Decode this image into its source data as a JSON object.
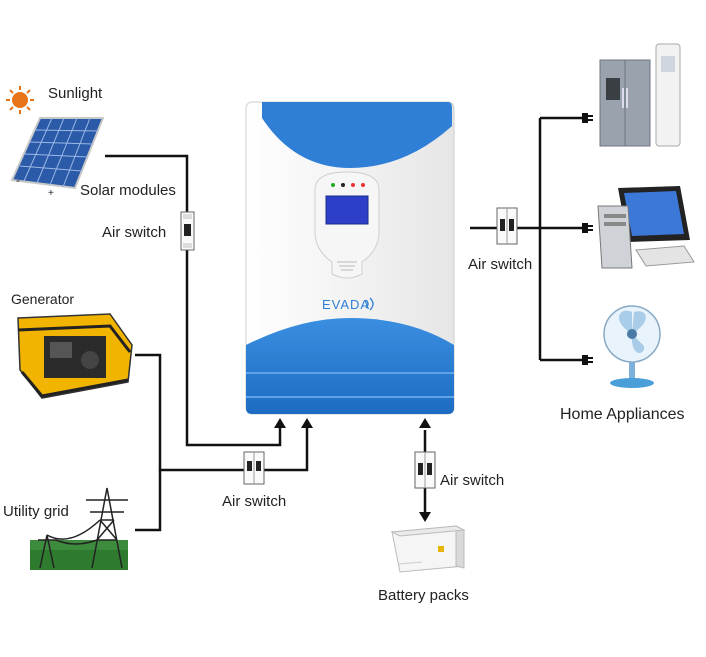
{
  "labels": {
    "sunlight": "Sunlight",
    "solar_modules": "Solar modules",
    "generator": "Generator",
    "utility_grid": "Utility grid",
    "home_appliances": "Home Appliances",
    "battery_packs": "Battery packs",
    "air_switch": "Air switch"
  },
  "inverter": {
    "brand": "EVADA",
    "accent_color": "#2f7fd6",
    "body_color": "#f2f2f2"
  },
  "colors": {
    "wire": "#111111",
    "solar_panel": "#2a5aa8",
    "generator": "#f1b400",
    "sun": "#e8741a"
  },
  "icons": [
    "sun-icon",
    "solar-panel-icon",
    "generator-icon",
    "power-tower-icon",
    "refrigerator-icon",
    "computer-icon",
    "fan-icon",
    "battery-icon",
    "plug-icon",
    "breaker-icon"
  ]
}
